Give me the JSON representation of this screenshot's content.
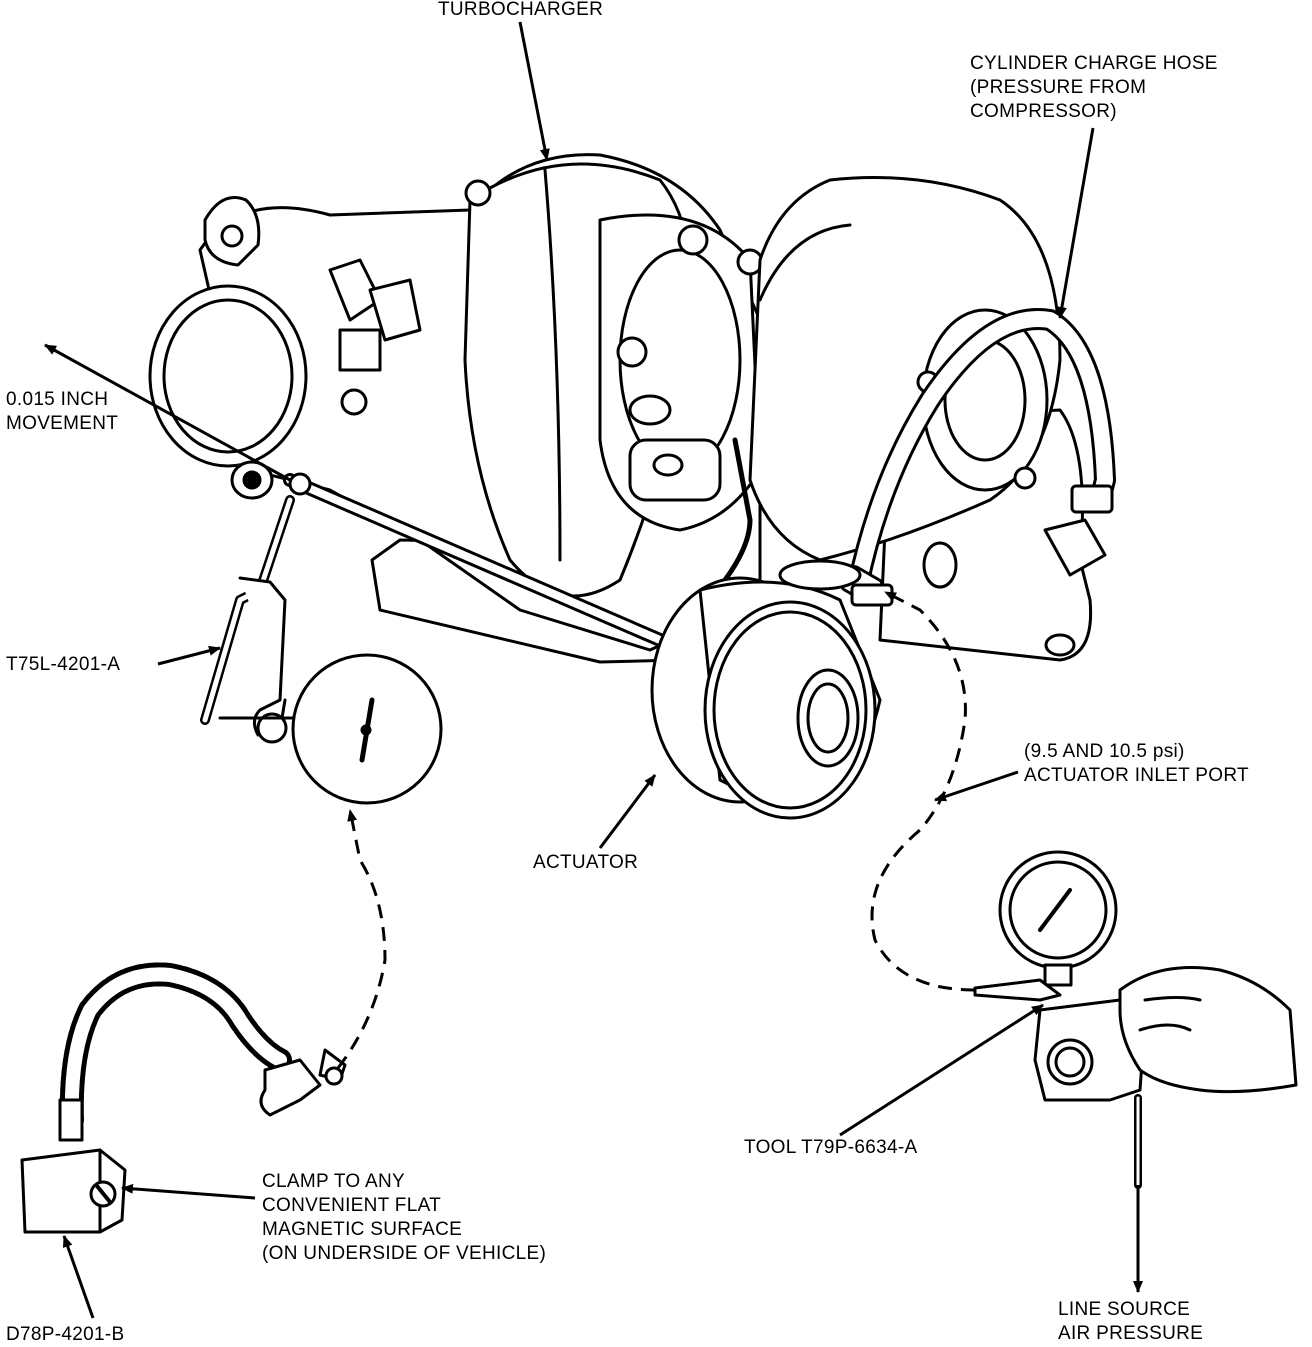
{
  "labels": {
    "turbocharger": "TURBOCHARGER",
    "charge_hose": [
      "CYLINDER CHARGE HOSE",
      "(PRESSURE FROM",
      "COMPRESSOR)"
    ],
    "movement": [
      "0.015 INCH",
      "MOVEMENT"
    ],
    "dial_tool": "T75L-4201-A",
    "inlet_port": [
      "(9.5 AND 10.5 psi)",
      "ACTUATOR INLET PORT"
    ],
    "actuator": "ACTUATOR",
    "pressure_tool": "TOOL T79P-6634-A",
    "clamp": [
      "CLAMP TO ANY",
      "CONVENIENT FLAT",
      "MAGNETIC SURFACE",
      "(ON UNDERSIDE OF VEHICLE)"
    ],
    "magnetic_base": "D78P-4201-B",
    "air_pressure": [
      "LINE SOURCE",
      "AIR PRESSURE"
    ]
  }
}
